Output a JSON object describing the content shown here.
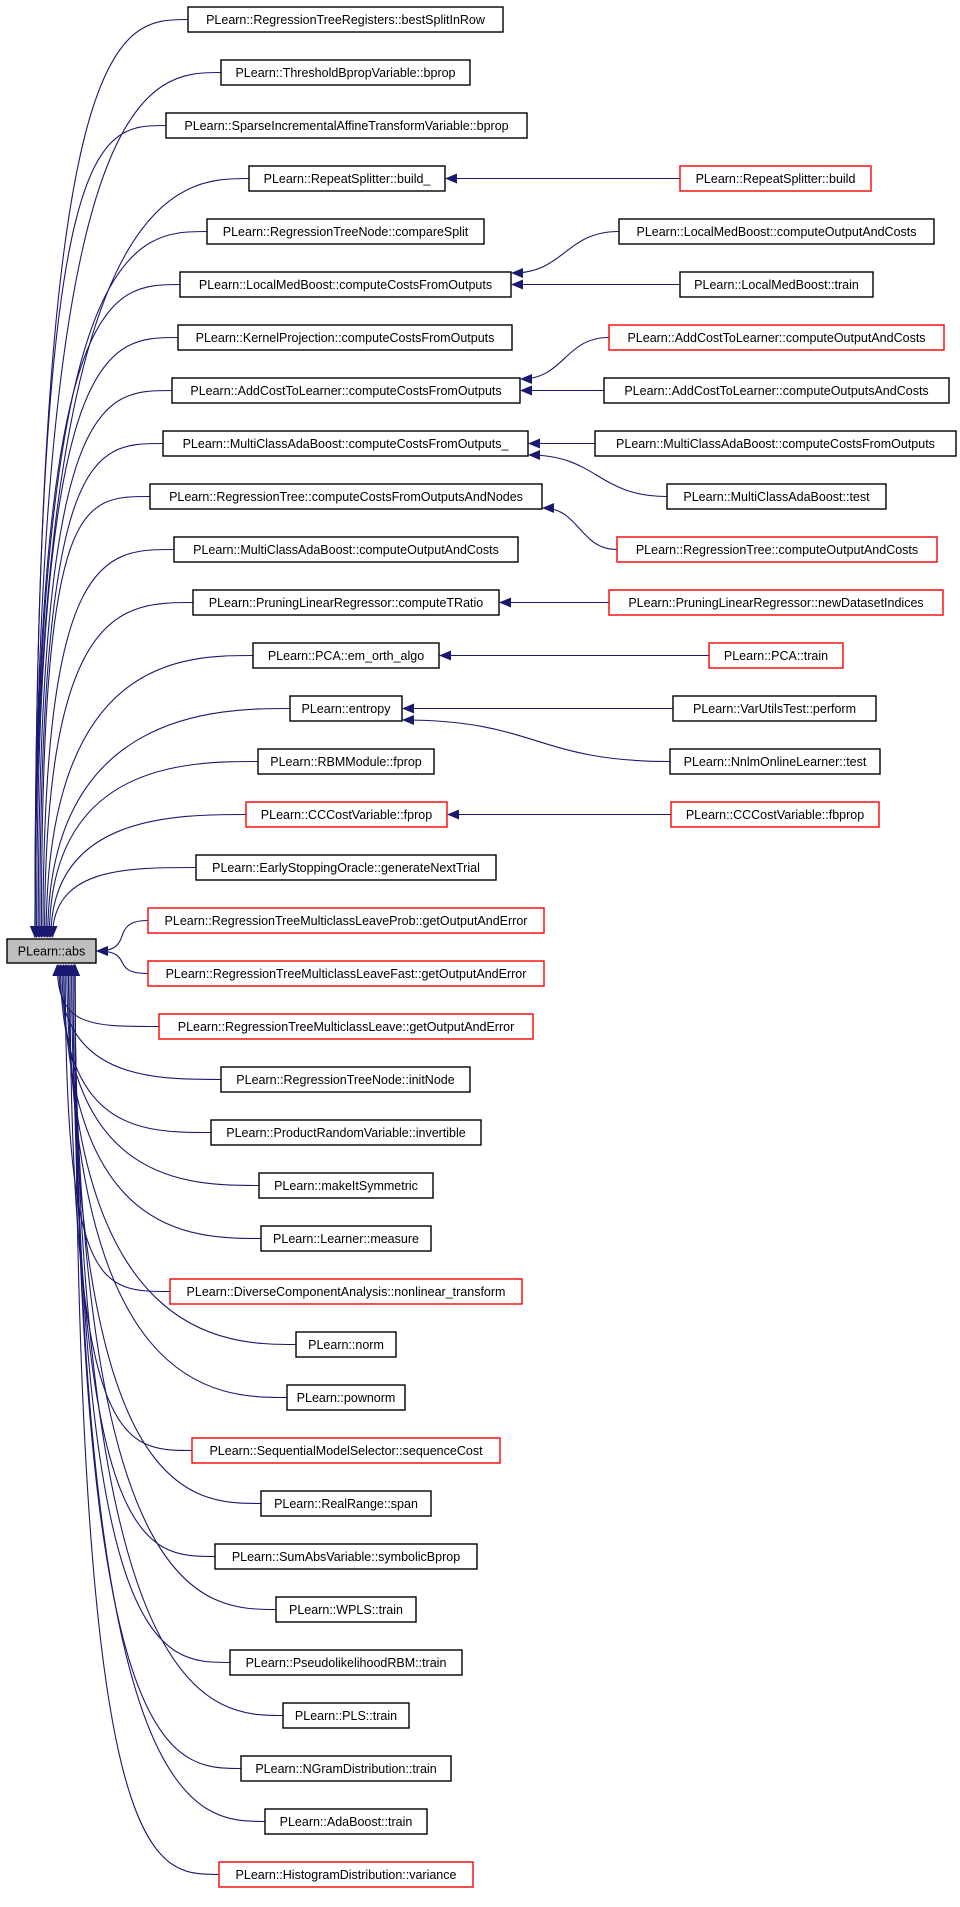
{
  "graph": {
    "type": "doxygen-caller-graph",
    "colors": {
      "edge": "#191970",
      "documented_border": "#000000",
      "undocumented_border": "#ff0000",
      "current_fill": "#bfbfbf"
    },
    "nodes": [
      {
        "id": "abs",
        "label": "PLearn::abs",
        "current": true
      },
      {
        "id": "n1",
        "label": "PLearn::RegressionTreeRegisters::bestSplitInRow"
      },
      {
        "id": "n2",
        "label": "PLearn::ThresholdBpropVariable::bprop"
      },
      {
        "id": "n3",
        "label": "PLearn::SparseIncrementalAffineTransformVariable::bprop"
      },
      {
        "id": "n4",
        "label": "PLearn::RepeatSplitter::build_"
      },
      {
        "id": "n4a",
        "label": "PLearn::RepeatSplitter::build",
        "red": true
      },
      {
        "id": "n5",
        "label": "PLearn::RegressionTreeNode::compareSplit"
      },
      {
        "id": "n6",
        "label": "PLearn::LocalMedBoost::computeCostsFromOutputs"
      },
      {
        "id": "n6a",
        "label": "PLearn::LocalMedBoost::computeOutputAndCosts"
      },
      {
        "id": "n6b",
        "label": "PLearn::LocalMedBoost::train"
      },
      {
        "id": "n7",
        "label": "PLearn::KernelProjection::computeCostsFromOutputs"
      },
      {
        "id": "n8",
        "label": "PLearn::AddCostToLearner::computeCostsFromOutputs"
      },
      {
        "id": "n8a",
        "label": "PLearn::AddCostToLearner::computeOutputAndCosts",
        "red": true
      },
      {
        "id": "n8b",
        "label": "PLearn::AddCostToLearner::computeOutputsAndCosts"
      },
      {
        "id": "n9",
        "label": "PLearn::MultiClassAdaBoost::computeCostsFromOutputs_"
      },
      {
        "id": "n9a",
        "label": "PLearn::MultiClassAdaBoost::computeCostsFromOutputs"
      },
      {
        "id": "n9b",
        "label": "PLearn::MultiClassAdaBoost::test"
      },
      {
        "id": "n10",
        "label": "PLearn::RegressionTree::computeCostsFromOutputsAndNodes"
      },
      {
        "id": "n10a",
        "label": "PLearn::RegressionTree::computeOutputAndCosts",
        "red": true
      },
      {
        "id": "n11",
        "label": "PLearn::MultiClassAdaBoost::computeOutputAndCosts"
      },
      {
        "id": "n12",
        "label": "PLearn::PruningLinearRegressor::computeTRatio"
      },
      {
        "id": "n12a",
        "label": "PLearn::PruningLinearRegressor::newDatasetIndices",
        "red": true
      },
      {
        "id": "n13",
        "label": "PLearn::PCA::em_orth_algo"
      },
      {
        "id": "n13a",
        "label": "PLearn::PCA::train",
        "red": true
      },
      {
        "id": "n14",
        "label": "PLearn::entropy"
      },
      {
        "id": "n14a",
        "label": "PLearn::VarUtilsTest::perform"
      },
      {
        "id": "n14b",
        "label": "PLearn::NnlmOnlineLearner::test"
      },
      {
        "id": "n15",
        "label": "PLearn::RBMModule::fprop"
      },
      {
        "id": "n16",
        "label": "PLearn::CCCostVariable::fprop",
        "red": true
      },
      {
        "id": "n16a",
        "label": "PLearn::CCCostVariable::fbprop",
        "red": true
      },
      {
        "id": "n17",
        "label": "PLearn::EarlyStoppingOracle::generateNextTrial"
      },
      {
        "id": "n18",
        "label": "PLearn::RegressionTreeMulticlassLeaveProb::getOutputAndError",
        "red": true
      },
      {
        "id": "n19",
        "label": "PLearn::RegressionTreeMulticlassLeaveFast::getOutputAndError",
        "red": true
      },
      {
        "id": "n20",
        "label": "PLearn::RegressionTreeMulticlassLeave::getOutputAndError",
        "red": true
      },
      {
        "id": "n21",
        "label": "PLearn::RegressionTreeNode::initNode"
      },
      {
        "id": "n22",
        "label": "PLearn::ProductRandomVariable::invertible"
      },
      {
        "id": "n23",
        "label": "PLearn::makeItSymmetric"
      },
      {
        "id": "n24",
        "label": "PLearn::Learner::measure"
      },
      {
        "id": "n25",
        "label": "PLearn::DiverseComponentAnalysis::nonlinear_transform",
        "red": true
      },
      {
        "id": "n26",
        "label": "PLearn::norm"
      },
      {
        "id": "n27",
        "label": "PLearn::pownorm"
      },
      {
        "id": "n28",
        "label": "PLearn::SequentialModelSelector::sequenceCost",
        "red": true
      },
      {
        "id": "n29",
        "label": "PLearn::RealRange::span"
      },
      {
        "id": "n30",
        "label": "PLearn::SumAbsVariable::symbolicBprop"
      },
      {
        "id": "n31",
        "label": "PLearn::WPLS::train"
      },
      {
        "id": "n32",
        "label": "PLearn::PseudolikelihoodRBM::train"
      },
      {
        "id": "n33",
        "label": "PLearn::PLS::train"
      },
      {
        "id": "n34",
        "label": "PLearn::NGramDistribution::train"
      },
      {
        "id": "n35",
        "label": "PLearn::AdaBoost::train"
      },
      {
        "id": "n36",
        "label": "PLearn::HistogramDistribution::variance",
        "red": true
      }
    ],
    "edges": [
      {
        "from": "n1",
        "to": "abs"
      },
      {
        "from": "n2",
        "to": "abs"
      },
      {
        "from": "n3",
        "to": "abs"
      },
      {
        "from": "n4",
        "to": "abs"
      },
      {
        "from": "n4a",
        "to": "n4"
      },
      {
        "from": "n5",
        "to": "abs"
      },
      {
        "from": "n6",
        "to": "abs"
      },
      {
        "from": "n6a",
        "to": "n6"
      },
      {
        "from": "n6b",
        "to": "n6"
      },
      {
        "from": "n7",
        "to": "abs"
      },
      {
        "from": "n8",
        "to": "abs"
      },
      {
        "from": "n8a",
        "to": "n8"
      },
      {
        "from": "n8b",
        "to": "n8"
      },
      {
        "from": "n9",
        "to": "abs"
      },
      {
        "from": "n9a",
        "to": "n9"
      },
      {
        "from": "n9b",
        "to": "n9"
      },
      {
        "from": "n10",
        "to": "abs"
      },
      {
        "from": "n10a",
        "to": "n10"
      },
      {
        "from": "n11",
        "to": "abs"
      },
      {
        "from": "n12",
        "to": "abs"
      },
      {
        "from": "n12a",
        "to": "n12"
      },
      {
        "from": "n13",
        "to": "abs"
      },
      {
        "from": "n13a",
        "to": "n13"
      },
      {
        "from": "n14",
        "to": "abs"
      },
      {
        "from": "n14a",
        "to": "n14"
      },
      {
        "from": "n14b",
        "to": "n14"
      },
      {
        "from": "n15",
        "to": "abs"
      },
      {
        "from": "n16",
        "to": "abs"
      },
      {
        "from": "n16a",
        "to": "n16"
      },
      {
        "from": "n17",
        "to": "abs"
      },
      {
        "from": "n18",
        "to": "abs"
      },
      {
        "from": "n19",
        "to": "abs"
      },
      {
        "from": "n20",
        "to": "abs"
      },
      {
        "from": "n21",
        "to": "abs"
      },
      {
        "from": "n22",
        "to": "abs"
      },
      {
        "from": "n23",
        "to": "abs"
      },
      {
        "from": "n24",
        "to": "abs"
      },
      {
        "from": "n25",
        "to": "abs"
      },
      {
        "from": "n26",
        "to": "abs"
      },
      {
        "from": "n27",
        "to": "abs"
      },
      {
        "from": "n28",
        "to": "abs"
      },
      {
        "from": "n29",
        "to": "abs"
      },
      {
        "from": "n30",
        "to": "abs"
      },
      {
        "from": "n31",
        "to": "abs"
      },
      {
        "from": "n32",
        "to": "abs"
      },
      {
        "from": "n33",
        "to": "abs"
      },
      {
        "from": "n34",
        "to": "abs"
      },
      {
        "from": "n35",
        "to": "abs"
      },
      {
        "from": "n36",
        "to": "abs"
      }
    ]
  }
}
